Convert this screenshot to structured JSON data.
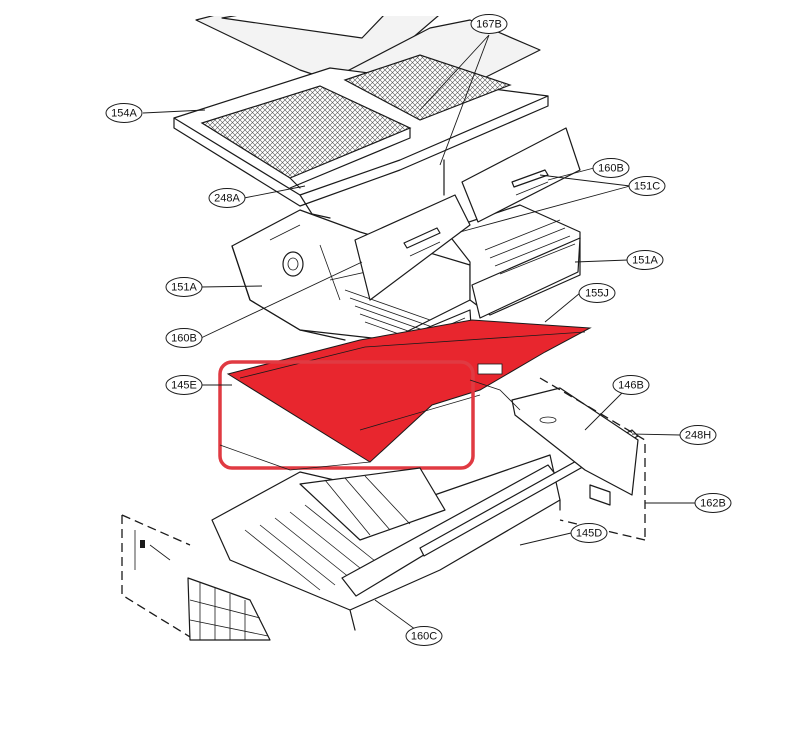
{
  "diagram": {
    "highlight_color": "#e8262e",
    "selection_box_color": "#e03a42",
    "callouts": [
      {
        "id": "c-154a",
        "label": "154A"
      },
      {
        "id": "c-167b",
        "label": "167B"
      },
      {
        "id": "c-248a",
        "label": "248A"
      },
      {
        "id": "c-160b-top",
        "label": "160B"
      },
      {
        "id": "c-151c",
        "label": "151C"
      },
      {
        "id": "c-151a-left",
        "label": "151A"
      },
      {
        "id": "c-151a-right",
        "label": "151A"
      },
      {
        "id": "c-160b-left",
        "label": "160B"
      },
      {
        "id": "c-155j",
        "label": "155J"
      },
      {
        "id": "c-145e",
        "label": "145E"
      },
      {
        "id": "c-146b",
        "label": "146B"
      },
      {
        "id": "c-248h",
        "label": "248H"
      },
      {
        "id": "c-162b",
        "label": "162B"
      },
      {
        "id": "c-145d",
        "label": "145D"
      },
      {
        "id": "c-160c",
        "label": "160C"
      }
    ]
  }
}
